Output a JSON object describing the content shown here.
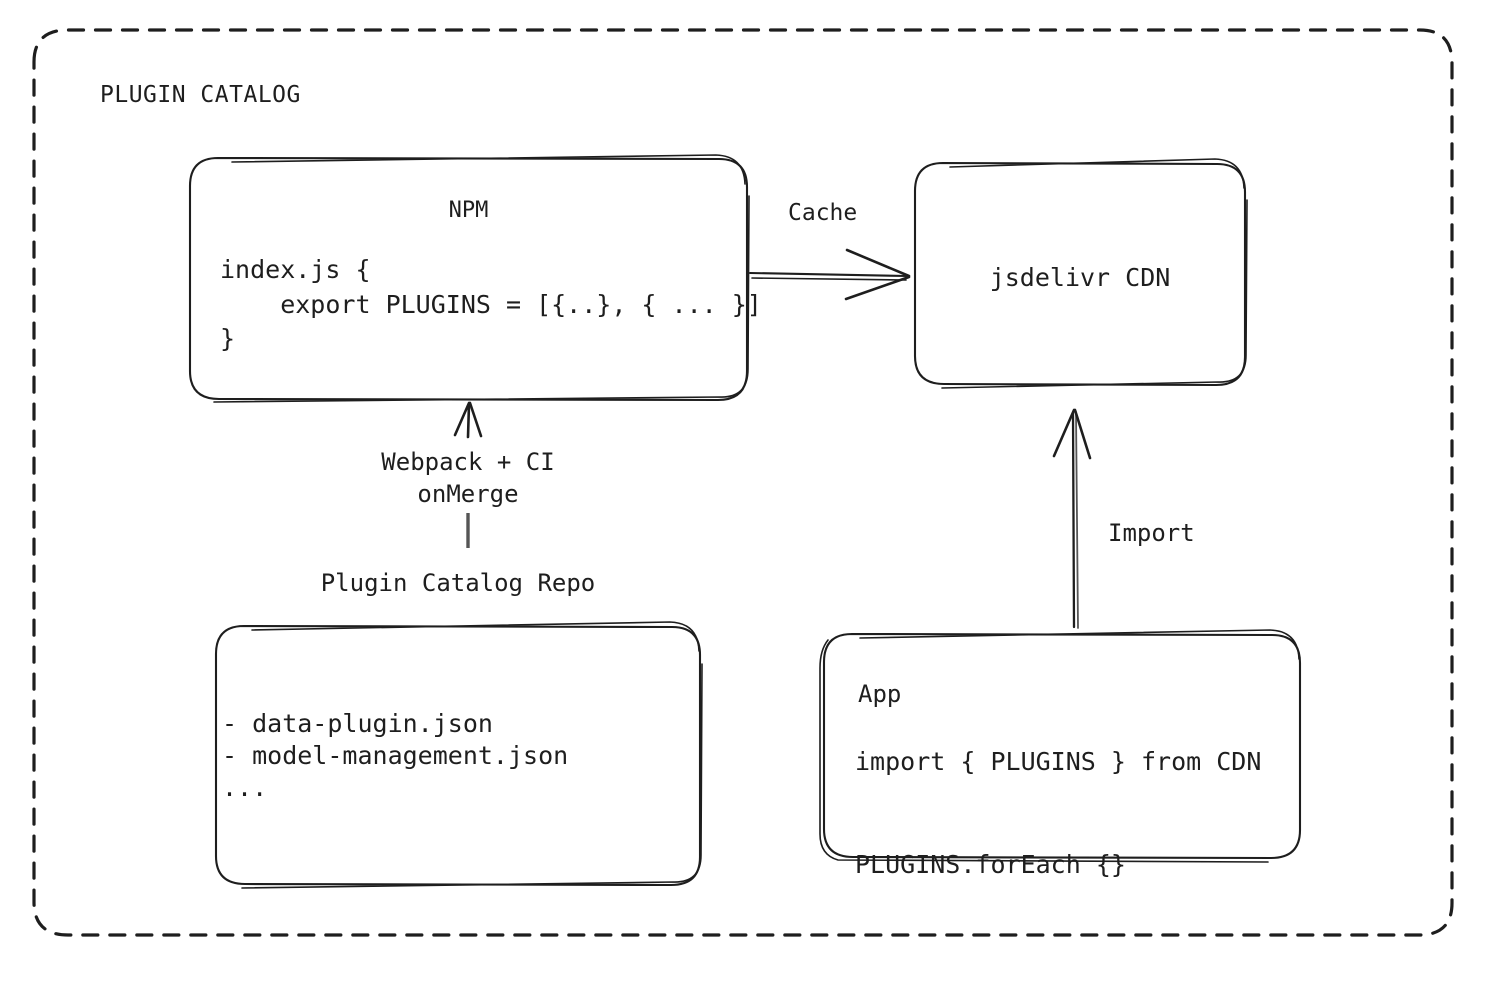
{
  "diagram": {
    "title": "PLUGIN CATALOG",
    "style": {
      "stroke": "#1e1e1e",
      "background": "#ffffff",
      "border_style": "dashed"
    },
    "nodes": {
      "npm": {
        "title": "NPM",
        "code": "index.js {\n    export PLUGINS = [{..}, { ... }]\n}"
      },
      "cdn": {
        "title": "jsdelivr CDN"
      },
      "repo": {
        "caption": "Plugin Catalog Repo",
        "files": "- data-plugin.json\n- model-management.json\n..."
      },
      "app": {
        "title": "App",
        "code": "import { PLUGINS } from CDN\n\nPLUGINS.forEach {}"
      }
    },
    "edges": {
      "cache": {
        "label": "Cache",
        "from": "npm",
        "to": "cdn",
        "direction": "right"
      },
      "build": {
        "label": "Webpack + CI\nonMerge",
        "from": "repo",
        "to": "npm",
        "direction": "up"
      },
      "import": {
        "label": "Import",
        "from": "app",
        "to": "cdn",
        "direction": "up"
      }
    }
  }
}
